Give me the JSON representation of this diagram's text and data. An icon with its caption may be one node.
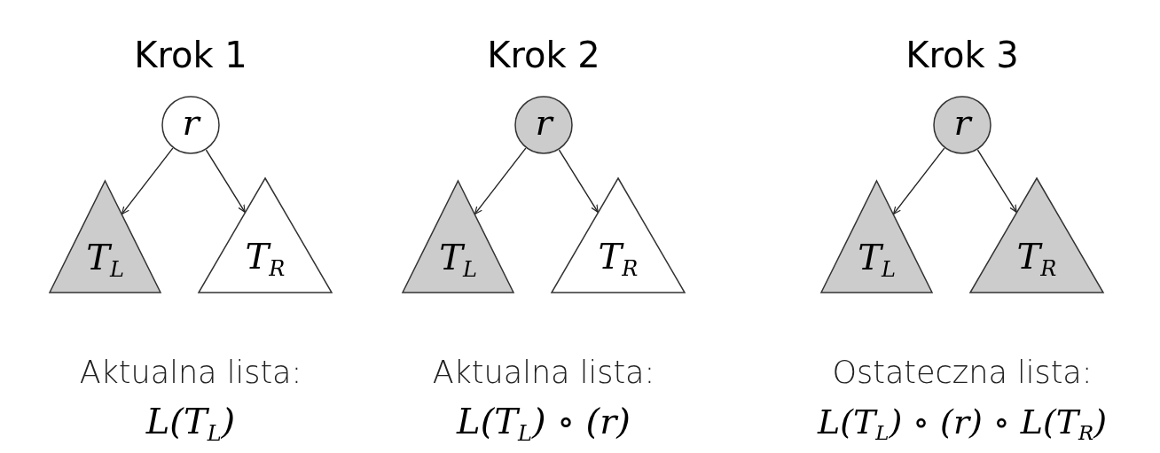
{
  "diagram": {
    "nodes": [
      {
        "text": [
          "r"
        ]
      },
      {
        "text": [
          "T$_{L}$"
        ]
      },
      {
        "text": [
          "T$_{R}$"
        ]
      },
      {
        "text": [
          "r"
        ]
      },
      {
        "text": [
          "T$_{L}$"
        ]
      },
      {
        "text": [
          "T$_{R}$"
        ]
      },
      {
        "text": [
          "r"
        ]
      },
      {
        "text": [
          "T$_{L}$"
        ]
      },
      {
        "text": [
          "T$_{R}$"
        ]
      }
    ],
    "edges": [
      {
        "from": 0,
        "to": 1,
        "arrow": "to"
      },
      {
        "from": 0,
        "to": 2,
        "arrow": "to"
      },
      {
        "from": 3,
        "to": 4,
        "arrow": "to"
      },
      {
        "from": 3,
        "to": 5,
        "arrow": "to"
      },
      {
        "from": 6,
        "to": 7,
        "arrow": "to"
      },
      {
        "from": 6,
        "to": 8,
        "arrow": "to"
      }
    ],
    "labels": [
      "Krok 1",
      "Krok 2",
      "Krok 3",
      "Aktualna lista:",
      "Aktualna lista:",
      "Ostateczna lista:",
      "L(T$_{L}$)",
      "L(T$_{L}$) ∘ (r)",
      "L(T$_{L}$) ∘ (r) ∘ L(T$_{R}$)"
    ]
  }
}
